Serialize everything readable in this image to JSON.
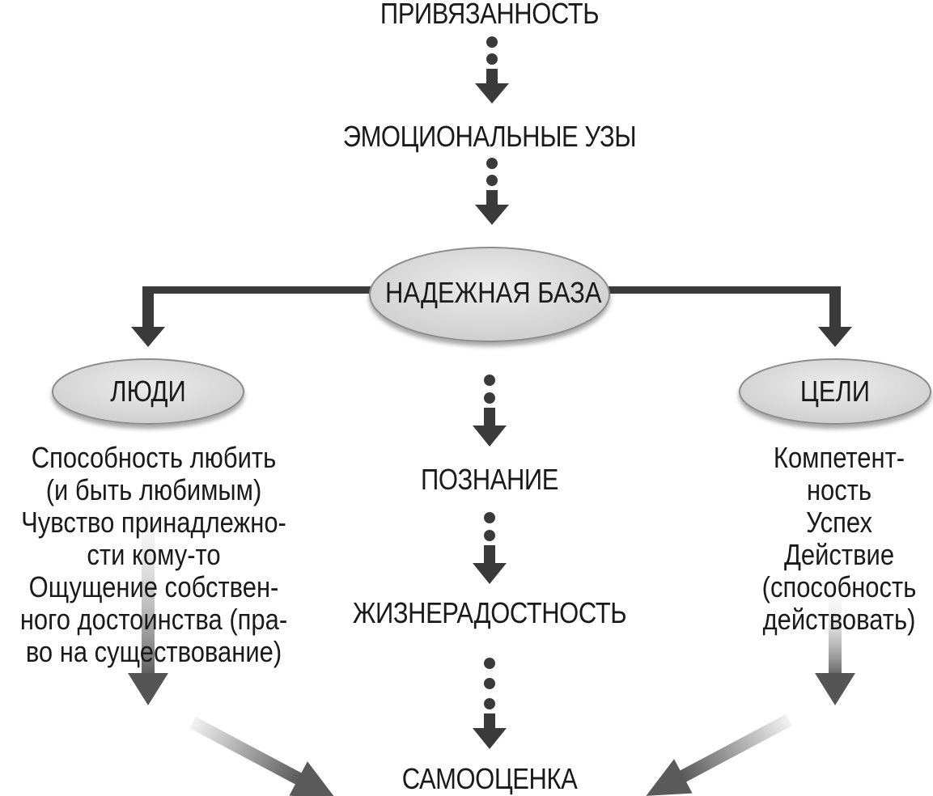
{
  "nodes": {
    "attachment": "ПРИВЯЗАННОСТЬ",
    "emotional_bonds": "ЭМОЦИОНАЛЬНЫЕ УЗЫ",
    "secure_base": "НАДЕЖНАЯ БАЗА",
    "people": "ЛЮДИ",
    "goals": "ЦЕЛИ",
    "cognition": "ПОЗНАНИЕ",
    "vitality": "ЖИЗНЕРАДОСТНОСТЬ",
    "self_esteem": "САМООЦЕНКА"
  },
  "people_list": [
    "Способность любить",
    "(и быть любимым)",
    "Чувство принадлежно-",
    "сти кому-то",
    "Ощущение собствен-",
    "ного достоинства (пра-",
    "во на существование)"
  ],
  "goals_list": [
    "Компетент-",
    "ность",
    "Успех",
    "Действие",
    "(способность",
    "действовать)"
  ],
  "colors": {
    "arrow": "#3a3a3a",
    "oval_fill": "#d9d9d9",
    "oval_stroke": "#8c8c8c"
  }
}
